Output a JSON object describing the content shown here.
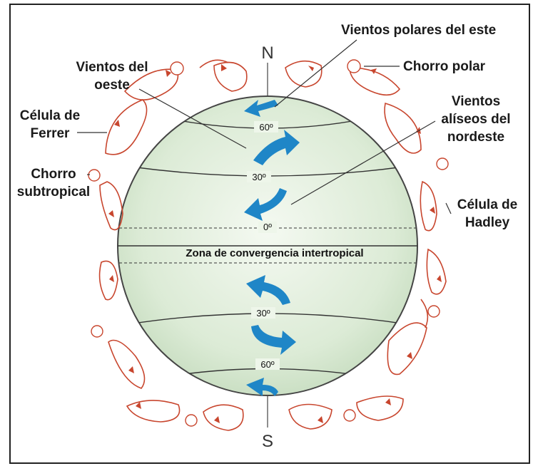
{
  "labels": {
    "north": "N",
    "south": "S",
    "polar_easterlies": "Vientos polares del este",
    "polar_jet": "Chorro polar",
    "westerlies_line1": "Vientos del",
    "westerlies_line2": "oeste",
    "trade_winds_line1": "Vientos",
    "trade_winds_line2": "alíseos del",
    "trade_winds_line3": "nordeste",
    "ferrel_line1": "Célula de",
    "ferrel_line2": "Ferrer",
    "subtropical_line1": "Chorro",
    "subtropical_line2": "subtropical",
    "hadley_line1": "Célula de",
    "hadley_line2": "Hadley",
    "itcz": "Zona de convergencia intertropical"
  },
  "latitudes": {
    "n60": "60º",
    "n30": "30º",
    "eq": "0º",
    "s30": "30º",
    "s60": "60º"
  },
  "colors": {
    "globe_fill": "#dcebd6",
    "globe_edge": "#454545",
    "wind_arrow": "#1f86c7",
    "cell_loop": "#c8462e",
    "frame": "#222222"
  }
}
